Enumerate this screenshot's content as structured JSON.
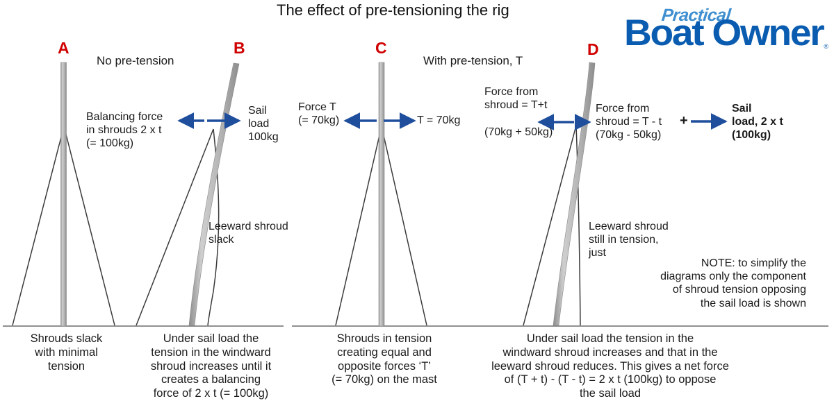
{
  "title": "The effect of pre-tensioning the rig",
  "brand": {
    "top_word": "Practical",
    "main_word": "Boat Owner",
    "registered": "®",
    "accent_light": "#3f8fd0",
    "accent_dark": "#0a5cb0"
  },
  "colors": {
    "mast_label": "#d00000",
    "arrow_blue": "#1f4e9c",
    "mast_grey": "#a8a8a8",
    "shroud": "#333333",
    "baseline": "#666666"
  },
  "headings": {
    "left": "No pre-tension",
    "right": "With pre-tension, T"
  },
  "mast_labels": {
    "a": "A",
    "b": "B",
    "c": "C",
    "d": "D"
  },
  "annotations": {
    "a_balancing": "Balancing force\nin shrouds 2 x t\n(= 100kg)",
    "b_sail_load": "Sail\nload\n100kg",
    "c_force_t_left": "Force T\n(= 70kg)",
    "c_force_t_right": "T = 70kg",
    "d_force_windward": "Force from\nshroud = T+t",
    "d_force_windward_value": "(70kg + 50kg)",
    "d_force_leeward": "Force from\nshroud = T - t\n(70kg - 50kg)",
    "d_plus": "+",
    "d_sail_load": "Sail\nload, 2 x t\n(100kg)",
    "b_leeward": "Leeward shroud\nslack",
    "d_leeward": "Leeward shroud\nstill in tension,\njust",
    "note": "NOTE: to simplify the\ndiagrams only the component\nof shroud tension opposing\nthe sail load is shown"
  },
  "captions": [
    "Shrouds slack\nwith minimal\ntension",
    "Under sail load the\ntension in the windward\nshroud increases until it\ncreates a balancing\nforce of 2 x t (= 100kg)",
    "Shrouds in tension\ncreating equal and\nopposite forces ‘T’\n(= 70kg) on the mast",
    "Under sail load the tension in the\nwindward shroud increases and that in the\nleeward shroud reduces. This gives a net force\nof (T + t) - (T - t) = 2 x t (100kg) to oppose\nthe sail load"
  ]
}
